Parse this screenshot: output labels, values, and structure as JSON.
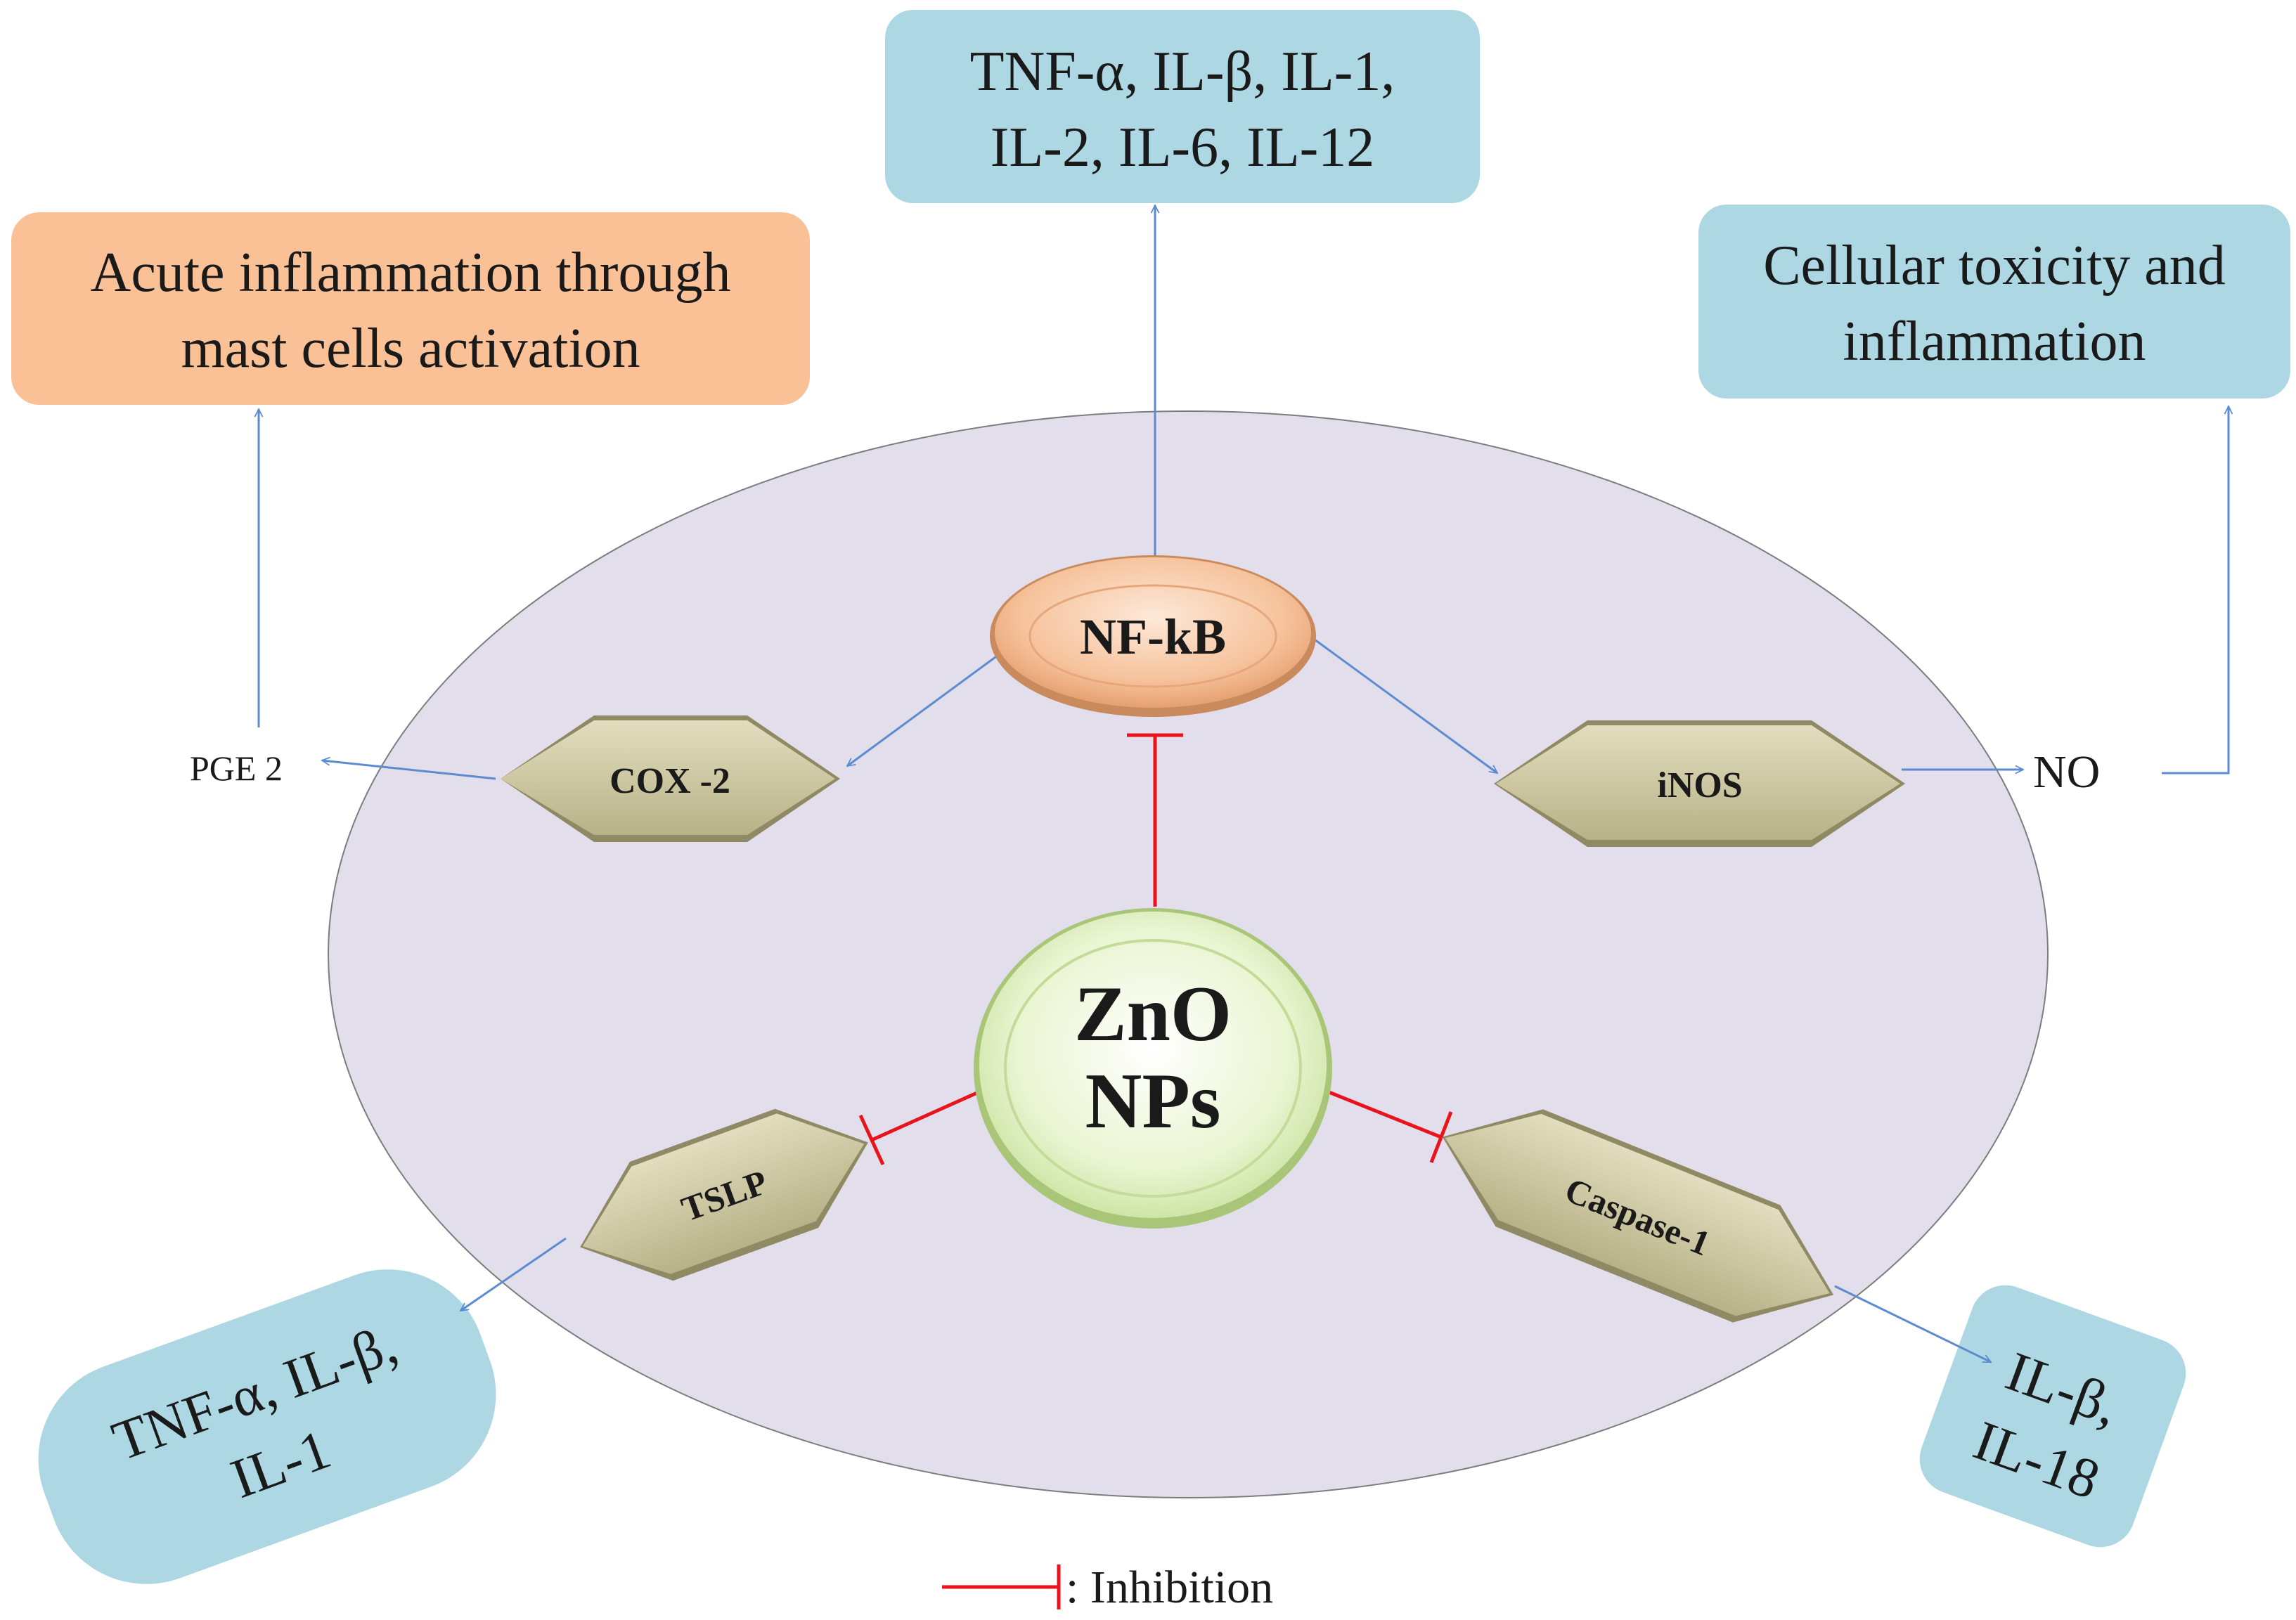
{
  "boxes": {
    "cytokines_top": {
      "line1": "TNF-α, IL-β, IL-1,",
      "line2": "IL-2, IL-6, IL-12"
    },
    "acute_inflammation": {
      "line1": "Acute inflammation through",
      "line2": "mast cells activation"
    },
    "cellular_toxicity": {
      "line1": "Cellular toxicity and",
      "line2": "inflammation"
    },
    "cytokines_bottom_left": {
      "line1": "TNF-α, IL-β,",
      "line2": "IL-1"
    },
    "cytokines_bottom_right": {
      "line1": "IL-β,",
      "line2": "IL-18"
    }
  },
  "nodes": {
    "nfkb": "NF-kB",
    "zno_line1": "ZnO",
    "zno_line2": "NPs",
    "cox2": "COX -2",
    "inos": "iNOS",
    "tslp": "TSLP",
    "caspase1": "Caspase-1"
  },
  "labels": {
    "pge2": "PGE 2",
    "no": "NO"
  },
  "legend": {
    "inhibition": ": Inhibition"
  },
  "colors": {
    "cell_fill": "#e3deeb",
    "blue_box": "#acd7e3",
    "orange_box": "#f9c195",
    "hexagon": "#ccc7a1",
    "activation_arrow": "#5b8bd0",
    "inhibition_line": "#e8131b",
    "zno_fill": "#e6f2c9",
    "nfkb_fill": "#f7c9a6"
  }
}
